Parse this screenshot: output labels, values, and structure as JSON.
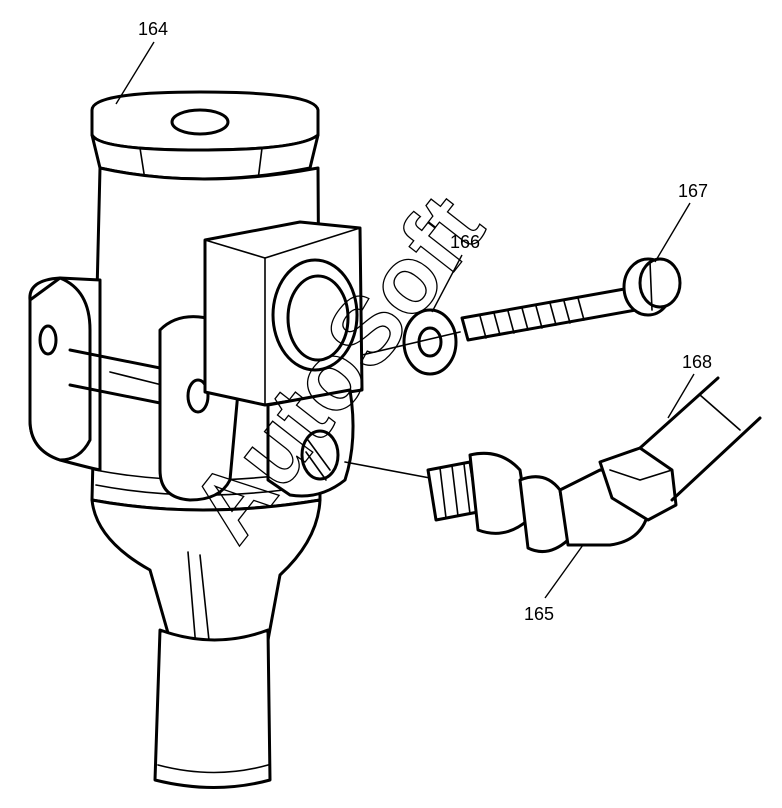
{
  "callouts": {
    "c164": "164",
    "c165": "165",
    "c166": "166",
    "c167": "167",
    "c168": "168"
  },
  "watermark": "AutoSoft"
}
